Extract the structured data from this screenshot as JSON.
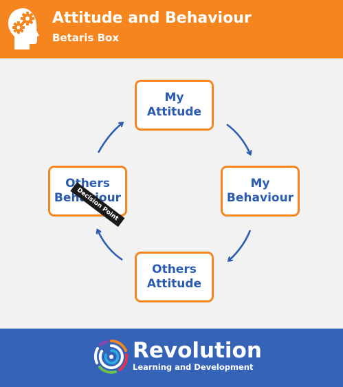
{
  "header": {
    "title": "Attitude and Behaviour",
    "subtitle": "Betaris Box",
    "icon": "head-gears-icon",
    "background_color": "#f5861f"
  },
  "diagram": {
    "nodes": [
      {
        "id": "my-attitude",
        "line1": "My",
        "line2": "Attitude"
      },
      {
        "id": "my-behaviour",
        "line1": "My",
        "line2": "Behaviour"
      },
      {
        "id": "others-attitude",
        "line1": "Others",
        "line2": "Attitude"
      },
      {
        "id": "others-behaviour",
        "line1": "Others",
        "line2": "Behaviour"
      }
    ],
    "flow": [
      "my-attitude",
      "my-behaviour",
      "others-attitude",
      "others-behaviour",
      "my-attitude"
    ],
    "decision_label": "Decision Point",
    "box_border_color": "#f5861f",
    "text_color": "#2a5bb0",
    "arrow_color": "#2a5bb0"
  },
  "footer": {
    "brand": "Revolution",
    "tagline": "Learning and Development",
    "logo": "revolution-logo-icon",
    "background_color": "#3563b8"
  }
}
